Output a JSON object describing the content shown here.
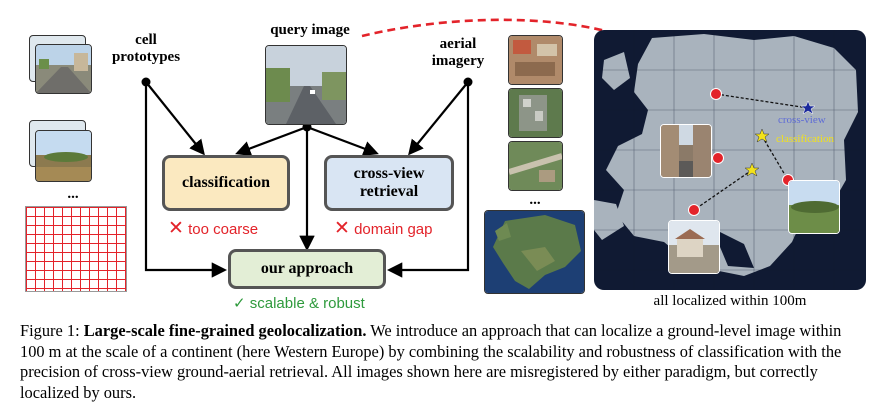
{
  "labels": {
    "cell_prototypes": "cell prototypes",
    "query_image": "query image",
    "aerial_imagery": "aerial imagery",
    "ellipsis": "..."
  },
  "boxes": {
    "classification": "classification",
    "cross_view": "cross-view retrieval",
    "our_approach": "our approach"
  },
  "notes": {
    "too_coarse": "too coarse",
    "domain_gap": "domain gap",
    "scalable": "scalable & robust",
    "cross_mark": "✕",
    "check_mark": "✓"
  },
  "map": {
    "cross_view_label": "cross-view",
    "classification_label": "classification",
    "localized": "all localized within 100m"
  },
  "caption": {
    "prefix": "Figure 1: ",
    "title": "Large-scale fine-grained geolocalization.",
    "body": " We introduce an approach that can localize a ground-level image within 100 m at the scale of a continent (here Western Europe) by combining the scalability and robustness of classification with the precision of cross-view ground-aerial retrieval. All images shown here are misregistered by either paradigm, but correctly localized by ours."
  },
  "colors": {
    "classification_fill": "#fbe9c0",
    "cross_view_fill": "#d9e5f3",
    "our_fill": "#e3eed6",
    "red": "#e3232a",
    "green": "#2e9a3c",
    "map_bg": "#101a33",
    "map_land": "#a9b3bd",
    "marker_blue": "#1b2a9c",
    "marker_yellow": "#f3e21b"
  }
}
